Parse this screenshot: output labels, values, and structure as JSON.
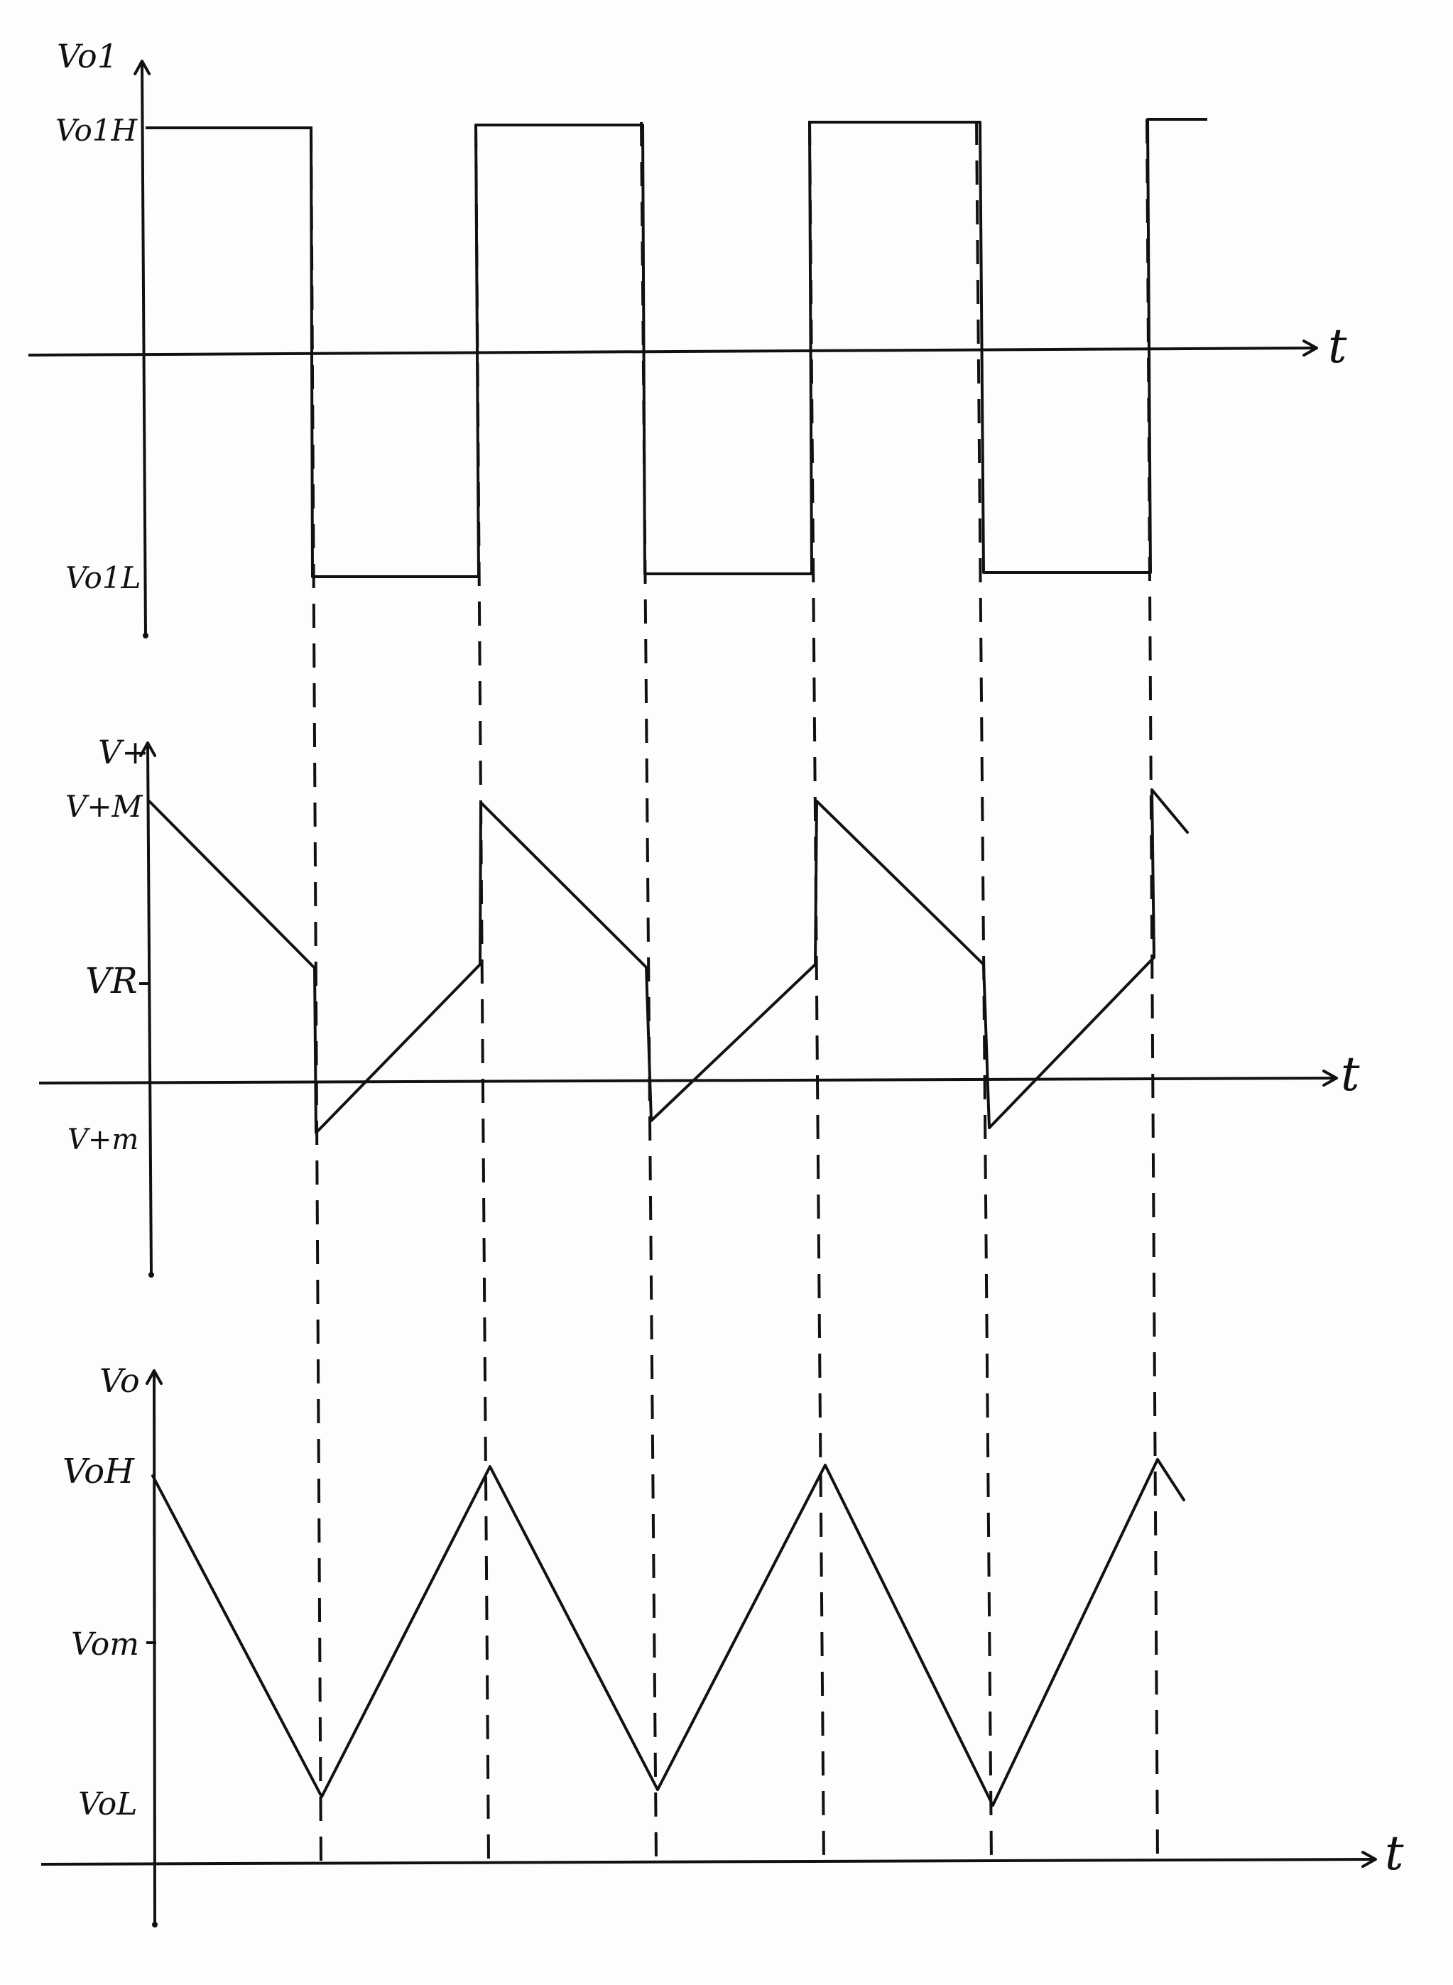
{
  "colors": {
    "ink": "#111111",
    "paper": "#fdfdfc"
  },
  "panels": [
    {
      "id": "vo1",
      "axis_label": "Vo1",
      "time_label": "t",
      "levels": [
        {
          "label": "Vo1H",
          "value": 1
        },
        {
          "label": "Vo1L",
          "value": -1
        }
      ]
    },
    {
      "id": "vplus",
      "axis_label": "V+",
      "time_label": "t",
      "levels": [
        {
          "label": "V+M",
          "value": 1.15
        },
        {
          "label": "VR",
          "value": 0.5
        },
        {
          "label": "V+m",
          "value": -0.15
        }
      ]
    },
    {
      "id": "vo",
      "axis_label": "Vo",
      "time_label": "t",
      "levels": [
        {
          "label": "VoH",
          "value": 1
        },
        {
          "label": "Vom",
          "value": 0.5
        },
        {
          "label": "VoL",
          "value": 0
        }
      ]
    }
  ]
}
